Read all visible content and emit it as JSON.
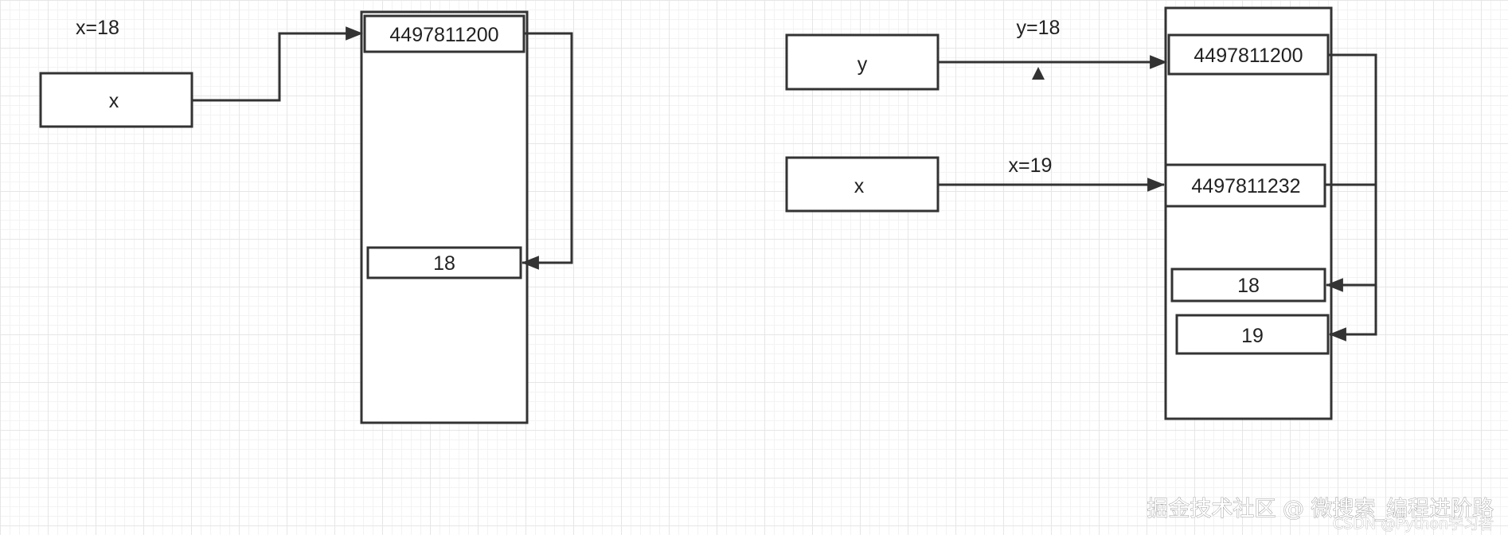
{
  "left_diagram": {
    "assignment_label": "x=18",
    "variable_name": "x",
    "address": "4497811200",
    "value": "18"
  },
  "right_diagram": {
    "assignment_y_label": "y=18",
    "assignment_x_label": "x=19",
    "variable_y_name": "y",
    "variable_x_name": "x",
    "address_1": "4497811200",
    "address_2": "4497811232",
    "value_1": "18",
    "value_2": "19"
  },
  "watermarks": {
    "juejin": "掘金技术社区 @ 微搜索_编程进阶路",
    "csdn": "CSDN @Python学习者"
  }
}
